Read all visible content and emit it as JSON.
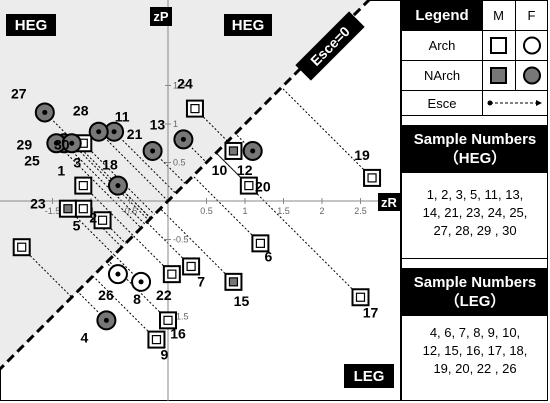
{
  "chart_data": {
    "type": "scatter",
    "x_axis_label": "zR",
    "y_axis_label": "zP",
    "x_ticks": [
      "-1.5",
      "-1",
      "-0.5",
      "0.5",
      "1",
      "1.5",
      "2",
      "2.5"
    ],
    "y_ticks": [
      "1.5",
      "1",
      "0.5",
      "-0.5",
      "-1",
      "-1.5"
    ],
    "region_labels": {
      "heg_top_left": "HEG",
      "heg_top_center": "HEG",
      "leg_bottom_right": "LEG"
    },
    "diagonal_label": "Esce=0",
    "points": [
      {
        "id": "1",
        "x": -1.1,
        "y": 0.2,
        "marker": "square-open"
      },
      {
        "id": "2",
        "x": -1.1,
        "y": -0.1,
        "marker": "square-open"
      },
      {
        "id": "3",
        "x": -1.1,
        "y": 0.75,
        "marker": "square-open"
      },
      {
        "id": "4",
        "x": -0.8,
        "y": -1.55,
        "marker": "circle-filled"
      },
      {
        "id": "5",
        "x": -0.85,
        "y": -0.25,
        "marker": "square-open"
      },
      {
        "id": "6",
        "x": 1.2,
        "y": -0.55,
        "marker": "square-open"
      },
      {
        "id": "7",
        "x": 0.3,
        "y": -0.85,
        "marker": "square-open"
      },
      {
        "id": "8",
        "x": -0.35,
        "y": -1.05,
        "marker": "circle-open"
      },
      {
        "id": "9",
        "x": -0.15,
        "y": -1.8,
        "marker": "square-open"
      },
      {
        "id": "10",
        "x": 0.85,
        "y": 0.65,
        "marker": "square-filled"
      },
      {
        "id": "11",
        "x": -0.7,
        "y": 0.9,
        "marker": "circle-filled"
      },
      {
        "id": "12",
        "x": 1.1,
        "y": 0.65,
        "marker": "circle-filled"
      },
      {
        "id": "13",
        "x": 0.2,
        "y": 0.8,
        "marker": "circle-filled"
      },
      {
        "id": "14",
        "x": -1.9,
        "y": -0.6,
        "marker": "square-open"
      },
      {
        "id": "15",
        "x": 0.85,
        "y": -1.05,
        "marker": "square-filled"
      },
      {
        "id": "16",
        "x": 0.0,
        "y": -1.55,
        "marker": "square-open"
      },
      {
        "id": "17",
        "x": 2.5,
        "y": -1.25,
        "marker": "square-open"
      },
      {
        "id": "18",
        "x": -0.65,
        "y": 0.2,
        "marker": "circle-filled"
      },
      {
        "id": "19",
        "x": 2.65,
        "y": 0.3,
        "marker": "square-open"
      },
      {
        "id": "20",
        "x": 1.05,
        "y": 0.2,
        "marker": "square-open"
      },
      {
        "id": "21",
        "x": -0.2,
        "y": 0.65,
        "marker": "circle-filled"
      },
      {
        "id": "22",
        "x": 0.05,
        "y": -0.95,
        "marker": "square-open"
      },
      {
        "id": "23",
        "x": -1.3,
        "y": -0.1,
        "marker": "square-filled"
      },
      {
        "id": "24",
        "x": 0.35,
        "y": 1.2,
        "marker": "square-open"
      },
      {
        "id": "25",
        "x": -1.35,
        "y": 0.75,
        "marker": "circle-filled"
      },
      {
        "id": "26",
        "x": -0.65,
        "y": -0.95,
        "marker": "circle-open"
      },
      {
        "id": "27",
        "x": -1.6,
        "y": 1.15,
        "marker": "circle-filled"
      },
      {
        "id": "28",
        "x": -0.9,
        "y": 0.9,
        "marker": "circle-filled"
      },
      {
        "id": "29",
        "x": -1.45,
        "y": 0.75,
        "marker": "circle-filled"
      },
      {
        "id": "30",
        "x": -1.25,
        "y": 0.75,
        "marker": "circle-filled"
      }
    ],
    "esce_arrows": "dotted lines from each point to the Esce=0 diagonal",
    "grid": false
  },
  "legend": {
    "title": "Legend",
    "col_male": "M",
    "col_female": "F",
    "row_arch": "Arch",
    "row_narch": "NArch",
    "row_esce": "Esce"
  },
  "heg_panel": {
    "title_line1": "Sample Numbers",
    "title_line2": "（HEG）",
    "numbers_line1": "1, 2, 3, 5,  11, 13,",
    "numbers_line2": "14, 21, 23, 24, 25,",
    "numbers_line3": "27, 28, 29 , 30"
  },
  "leg_panel": {
    "title_line1": "Sample Numbers",
    "title_line2": "（LEG）",
    "numbers_line1": "4, 6, 7, 8, 9, 10,",
    "numbers_line2": "12, 15, 16, 17, 18,",
    "numbers_line3": "19, 20, 22 , 26"
  },
  "colors": {
    "filled": "#777777",
    "region_heg": "#ececec",
    "ink": "#000000"
  }
}
